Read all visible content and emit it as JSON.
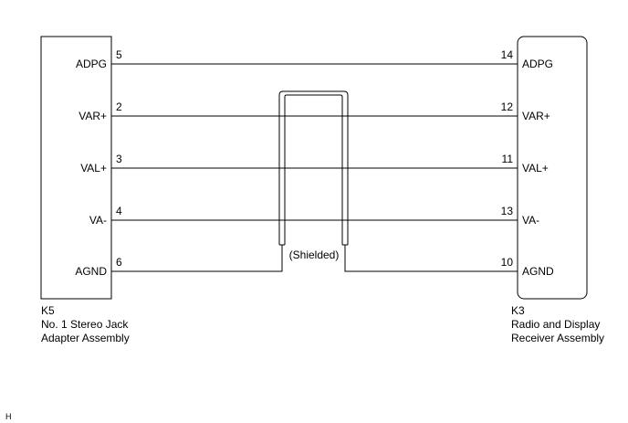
{
  "left_component": {
    "code": "K5",
    "name_line1": "No. 1 Stereo Jack",
    "name_line2": "Adapter Assembly",
    "terminals": [
      {
        "label": "ADPG",
        "pin": "5"
      },
      {
        "label": "VAR+",
        "pin": "2"
      },
      {
        "label": "VAL+",
        "pin": "3"
      },
      {
        "label": "VA-",
        "pin": "4"
      },
      {
        "label": "AGND",
        "pin": "6"
      }
    ]
  },
  "right_component": {
    "code": "K3",
    "name_line1": "Radio and Display",
    "name_line2": "Receiver Assembly",
    "terminals": [
      {
        "label": "ADPG",
        "pin": "14"
      },
      {
        "label": "VAR+",
        "pin": "12"
      },
      {
        "label": "VAL+",
        "pin": "11"
      },
      {
        "label": "VA-",
        "pin": "13"
      },
      {
        "label": "AGND",
        "pin": "10"
      }
    ]
  },
  "shield": {
    "label": "(Shielded)"
  },
  "footer": {
    "mark": "H"
  }
}
